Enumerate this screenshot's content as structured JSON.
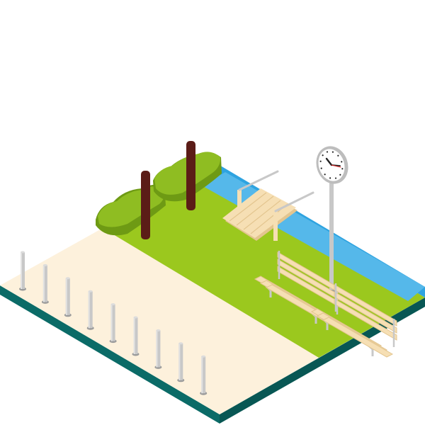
{
  "scene": {
    "description_free": true,
    "colors": {
      "background": "#ffffff",
      "base_side": "#0b6b67",
      "base_side_dark": "#085754",
      "sidewalk": "#fdf1dc",
      "grass": "#9bc81e",
      "grass_dark": "#86b11a",
      "water": "#2ea3e0",
      "water_light": "#55b8ea",
      "hedge": "#8fbd22",
      "hedge_dark": "#6e9a14",
      "trunk": "#5b1c17",
      "wood": "#f6dfb4",
      "wood_dark": "#e3c58f",
      "metal": "#c8c8c8",
      "metal_dark": "#9b9b9b",
      "clock_face": "#ffffff",
      "clock_rim": "#bdbdbd",
      "clock_hand": "#222222",
      "clock_second": "#e02020"
    },
    "icons": [
      "bollard-icon",
      "tree-trunk-icon",
      "hedge-icon",
      "footbridge-icon",
      "bench-icon",
      "street-clock-icon"
    ],
    "bollard_count": 9,
    "tree_count": 2,
    "bench_count": 2,
    "clock_time": {
      "hour": 10,
      "minute": 17
    }
  }
}
